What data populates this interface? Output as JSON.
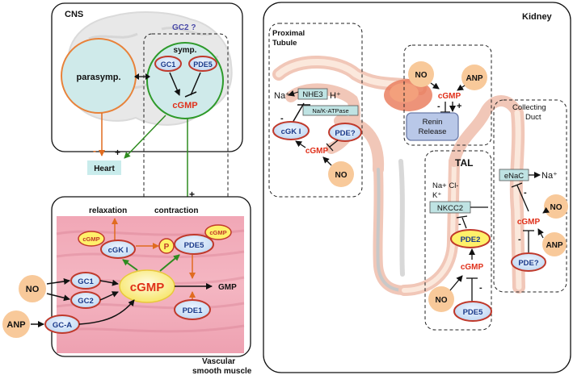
{
  "panels": {
    "cns": "CNS",
    "kidney": "Kidney",
    "vascular": "Vascular",
    "smooth_muscle": "smooth muscle"
  },
  "cns": {
    "gc2_query": "GC2 ?",
    "symp": "symp.",
    "parasymp": "parasymp.",
    "gc1": "GC1",
    "pde5": "PDE5",
    "cgmp": "cGMP",
    "heart": "Heart",
    "minus": "-",
    "plus": "+"
  },
  "vascular": {
    "relaxation": "relaxation",
    "contraction": "contraction",
    "plus": "+",
    "cgmp_small_left": "cGMP",
    "cgki": "cGK I",
    "p": "P",
    "pde5": "PDE5",
    "cgmp_small_right": "cGMP",
    "cgmp_big": "cGMP",
    "gmp": "GMP",
    "gc1": "GC1",
    "gc2": "GC2",
    "gca": "GC-A",
    "pde1": "PDE1",
    "no": "NO",
    "anp": "ANP"
  },
  "kidney": {
    "proximal": "Proximal",
    "tubule": "Tubule",
    "na_plus": "Na⁺",
    "nhe3": "NHE3",
    "h_plus": "H⁺",
    "nak_atpase": "Na/K-ATPase",
    "minus": "-",
    "cgki": "cGK I",
    "pde_q": "PDE?",
    "cgmp_pt": "cGMP",
    "no_pt": "NO",
    "no_renin": "NO",
    "anp_renin": "ANP",
    "cgmp_renin": "cGMP",
    "renin_minus": "-",
    "renin_plus": "+",
    "renin_l1": "Renin",
    "renin_l2": "Release",
    "collecting": "Collecting",
    "duct": "Duct",
    "enac": "eNaC",
    "na_plus_cd": "Na⁺",
    "cd_minus": "-",
    "cgmp_cd": "cGMP",
    "cd_minus2": "-",
    "pde_q_cd": "PDE?",
    "no_cd": "NO",
    "anp_cd": "ANP",
    "tal": "TAL",
    "ions1": "Na+ Cl-",
    "ions2": "K⁺",
    "nkcc2": "NKCC2",
    "tal_minus": "-",
    "pde2": "PDE2",
    "cgmp_tal": "cGMP",
    "tal_minus2": "-",
    "no_tal": "NO",
    "pde5_tal": "PDE5"
  }
}
